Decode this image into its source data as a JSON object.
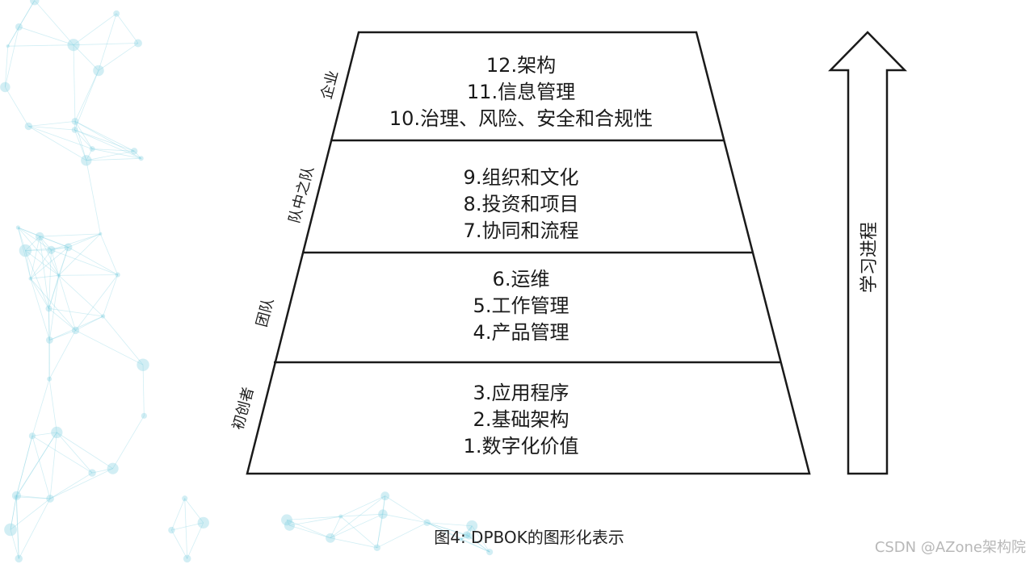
{
  "diagram": {
    "tiers": [
      {
        "lines": [
          "12.架构",
          "11.信息管理",
          "10.治理、风险、安全和合规性"
        ]
      },
      {
        "lines": [
          "9.组织和文化",
          "8.投资和项目",
          "7.协同和流程"
        ]
      },
      {
        "lines": [
          "6.运维",
          "5.工作管理",
          "4.产品管理"
        ]
      },
      {
        "lines": [
          "3.应用程序",
          "2.基础架构",
          "1.数字化价值"
        ]
      }
    ],
    "levels": [
      "企业",
      "队中之队",
      "团队",
      "初创者"
    ],
    "arrow_label": "学习进程",
    "caption": "图4: DPBOK的图形化表示"
  },
  "watermark": "CSDN @AZone架构院",
  "colors": {
    "line": "#1a1a1a",
    "network": "#7ecfe0"
  }
}
